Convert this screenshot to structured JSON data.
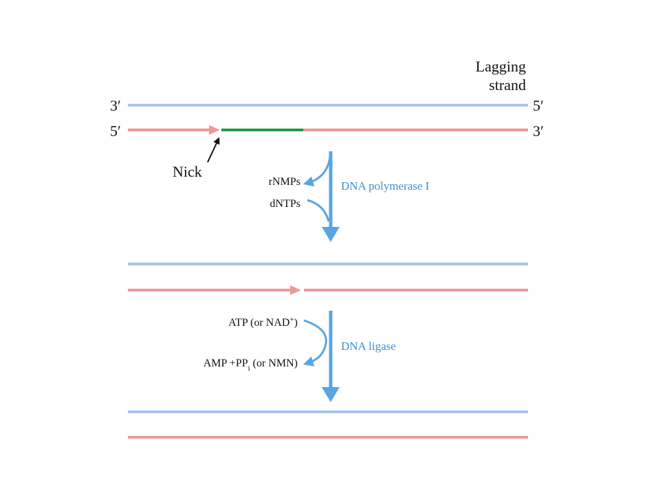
{
  "colors": {
    "template_strand": "#a7c6ea",
    "lagging_strand": "#ea9a9a",
    "rna_primer": "#1f9a47",
    "enzyme_arrow": "#5aa5e0",
    "enzyme_label": "#3e8fd0",
    "text": "#111111"
  },
  "title": {
    "line1": "Lagging",
    "line2": "strand"
  },
  "ends": {
    "top_left": "3′",
    "top_right": "5′",
    "bottom_left": "5′",
    "bottom_right": "3′"
  },
  "nick_label": "Nick",
  "step1": {
    "enzyme": "DNA polymerase I",
    "out_label": "rNMPs",
    "in_label": "dNTPs"
  },
  "step2": {
    "enzyme": "DNA ligase",
    "in_label": "ATP (or NAD",
    "in_sup": "+",
    "in_close": ")",
    "out_label": "AMP +PP",
    "out_sub": "i",
    "out_rest": " (or NMN)"
  },
  "icons": [
    "arrow-head-icon",
    "curved-arrow-icon",
    "down-arrow-icon"
  ]
}
